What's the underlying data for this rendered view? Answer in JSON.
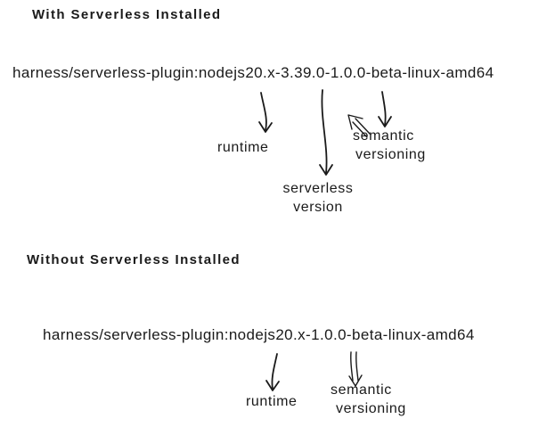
{
  "section1": {
    "heading": "With Serverless Installed",
    "tag": "harness/serverless-plugin:nodejs20.x-3.39.0-1.0.0-beta-linux-amd64",
    "labels": {
      "runtime": "runtime",
      "serverless_line1": "serverless",
      "serverless_line2": "version",
      "semantic_line1": "semantic",
      "semantic_line2": "versioning"
    }
  },
  "section2": {
    "heading": "Without Serverless Installed",
    "tag": "harness/serverless-plugin:nodejs20.x-1.0.0-beta-linux-amd64",
    "labels": {
      "runtime": "runtime",
      "semantic_line1": "semantic",
      "semantic_line2": "versioning"
    }
  },
  "colors": {
    "ink": "#1a1a1a",
    "background": "#ffffff"
  }
}
